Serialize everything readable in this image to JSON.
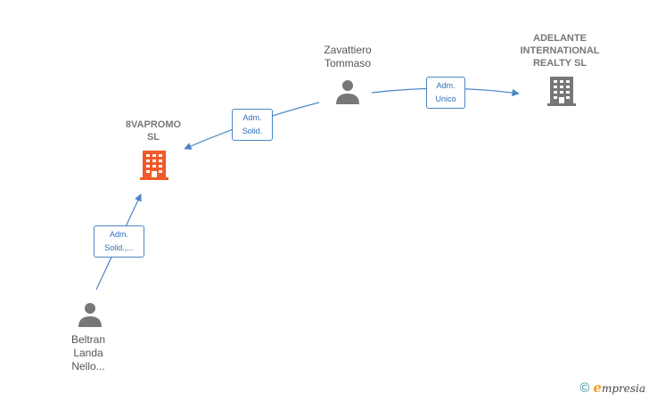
{
  "nodes": {
    "zavattiero": {
      "label": "Zavattiero\nTommaso",
      "icon": "person-icon"
    },
    "adelante": {
      "label": "ADELANTE\nINTERNATIONAL\nREALTY  SL",
      "icon": "building-icon"
    },
    "vapromo": {
      "label": "8VAPROMO\nSL",
      "icon": "building-icon"
    },
    "beltran": {
      "label": "Beltran\nLanda\nNello...",
      "icon": "person-icon"
    }
  },
  "edges": {
    "zav_to_adelante": {
      "label": "Adm.\nUnico"
    },
    "zav_to_vapromo": {
      "label": "Adm.\nSolid."
    },
    "beltran_to_vapromo": {
      "label": "Adm.\nSolid.,..."
    }
  },
  "colors": {
    "edge": "#4a86c8",
    "person": "#777777",
    "building_gray": "#777777",
    "building_highlight": "#f05a28"
  },
  "footer": {
    "copyright": "©",
    "brand_first": "e",
    "brand_rest": "mpresia"
  }
}
